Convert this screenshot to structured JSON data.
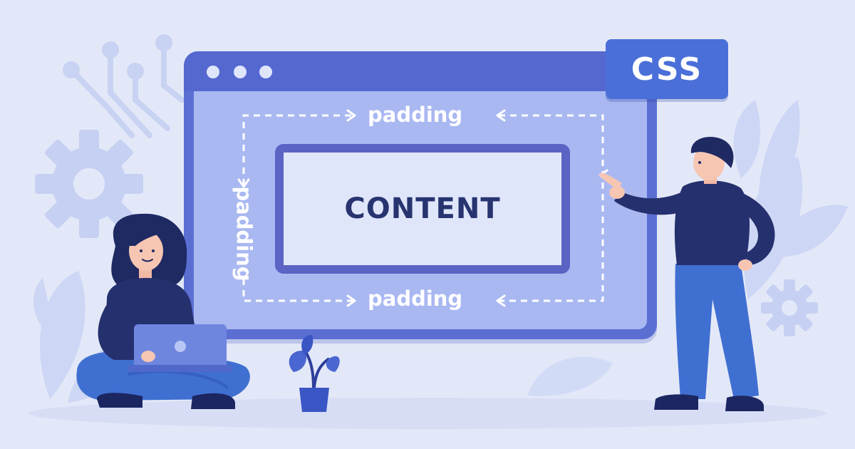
{
  "badge": {
    "label": "CSS"
  },
  "box_model": {
    "content_label": "CONTENT",
    "padding_top_label": "padding",
    "padding_left_label": "padding",
    "padding_bottom_label": "padding"
  },
  "colors": {
    "background": "#e3e8f8",
    "window_frame": "#5b6fd3",
    "window_body": "#a9b8f1",
    "content_border": "#5b63c4",
    "content_fill": "#e0e6fa",
    "content_text": "#273470",
    "badge": "#4a6fd8",
    "figure_dark": "#25306e",
    "figure_blue": "#3f6fd1"
  },
  "icons": [
    "gear-icon",
    "circuit-lines-icon",
    "leaf-icon",
    "potted-plant-icon",
    "laptop-icon"
  ]
}
